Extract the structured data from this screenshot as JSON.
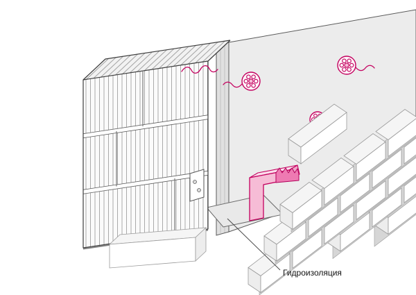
{
  "diagram": {
    "type": "construction-detail",
    "label_waterproofing": "Гидроизоляция",
    "colors": {
      "accent": "#C4005F",
      "accent_fill": "#F6BCD6",
      "accent_mid": "#EE7AB2",
      "outline": "#3D3D3D",
      "panel": "#ECECEC",
      "mortar": "#D6D6D6",
      "brick": "#FFFFFF",
      "block": "#FBFBFB",
      "background": "#FFFFFF"
    },
    "parts": {
      "hollow_block_wall": "hollow-block-wall",
      "insulation_panel": "insulation-panel",
      "insulation_anchor_count": 3,
      "wall_tie_wire_count": 4,
      "brick_veneer": "brick-veneer-wall",
      "support_bracket": "support-bracket",
      "mounting_plate": "mounting-plate",
      "waterproofing_membrane": "waterproofing-membrane"
    }
  }
}
